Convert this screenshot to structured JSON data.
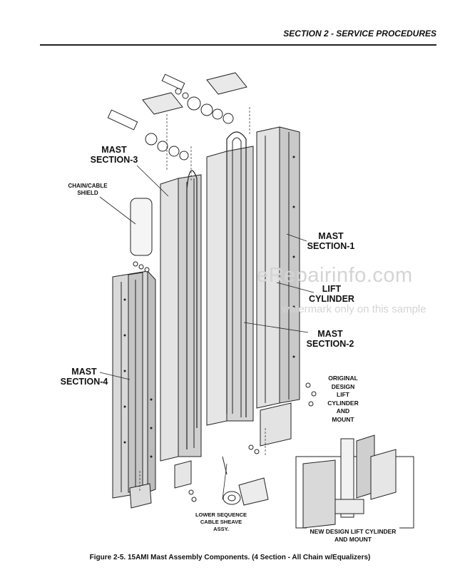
{
  "header": {
    "title": "SECTION 2 - SERVICE PROCEDURES"
  },
  "labels": {
    "mast_section_3": "MAST\nSECTION-3",
    "chain_cable_shield": "CHAIN/CABLE\nSHIELD",
    "mast_section_1": "MAST\nSECTION-1",
    "lift_cylinder": "LIFT\nCYLINDER",
    "mast_section_2": "MAST\nSECTION-2",
    "mast_section_4": "MAST\nSECTION-4",
    "original_design": "ORIGINAL\nDESIGN\nLIFT\nCYLINDER\nAND\nMOUNT",
    "lower_sequence": "LOWER SEQUENCE\nCABLE SHEAVE\nASSY.",
    "new_design": "NEW DESIGN LIFT CYLINDER\nAND MOUNT"
  },
  "watermark": {
    "main": "eRepairinfo.com",
    "sub": "watermark only on this sample"
  },
  "caption": "Figure 2-5.  15AMI Mast Assembly Components. (4 Section - All Chain w/Equalizers)"
}
